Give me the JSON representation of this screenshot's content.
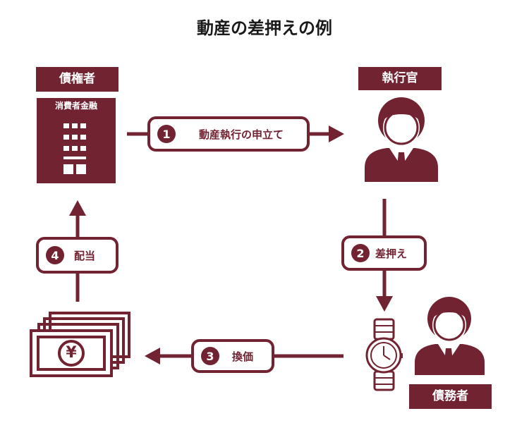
{
  "title": "動産の差押えの例",
  "actors": {
    "creditor": {
      "label": "債権者",
      "building_sign": "消費者金融"
    },
    "bailiff": {
      "label": "執行官"
    },
    "debtor": {
      "label": "債務者"
    }
  },
  "steps": [
    {
      "num": "1",
      "label": "動産執行の申立て"
    },
    {
      "num": "2",
      "label": "差押え"
    },
    {
      "num": "3",
      "label": "換価"
    },
    {
      "num": "4",
      "label": "配当"
    }
  ],
  "cash_symbol": "¥",
  "colors": {
    "accent": "#722332",
    "background": "#ffffff"
  }
}
